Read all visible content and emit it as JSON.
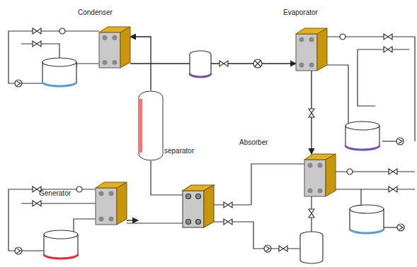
{
  "diagram": {
    "nodes": [
      {
        "text": [
          "Condenser"
        ]
      },
      {
        "text": [
          "Evaporator"
        ]
      },
      {
        "text": [
          "separator"
        ]
      },
      {
        "text": [
          "Absorber"
        ]
      },
      {
        "text": [
          "Generator"
        ]
      }
    ],
    "edges": [
      {
        "from": 4,
        "to": 2,
        "arrow": "to"
      },
      {
        "from": 2,
        "to": 0,
        "arrow": "to"
      },
      {
        "from": 0,
        "to": 1,
        "arrow": "to"
      },
      {
        "from": 1,
        "to": 3,
        "arrow": "to"
      }
    ]
  }
}
